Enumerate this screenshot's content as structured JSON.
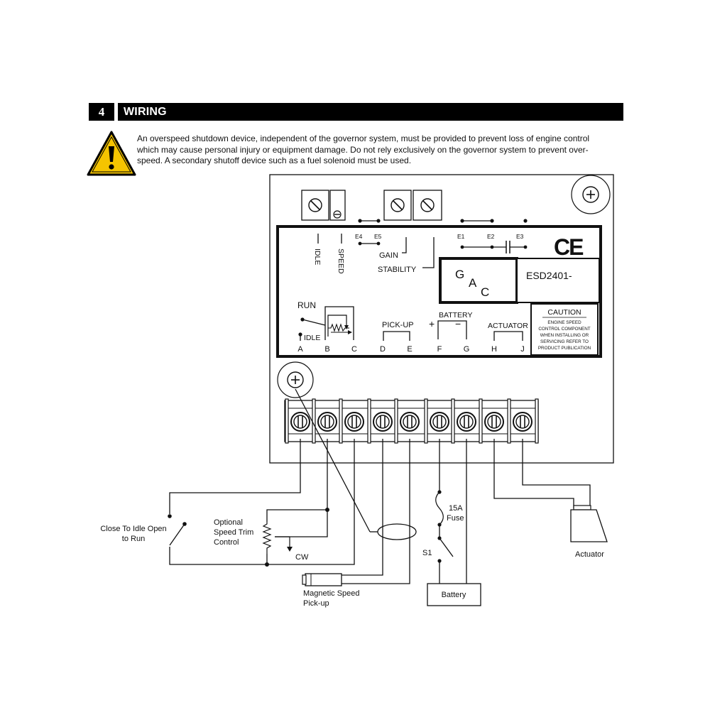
{
  "section": {
    "number": "4",
    "title": "WIRING"
  },
  "warning": {
    "icon": "warning-triangle-icon",
    "color": "#f5c400",
    "lines": [
      "An overspeed shutdown device, independent of the governor system, must be provided to prevent loss of engine control",
      "which may cause personal injury or equipment damage. Do not rely exclusively on the governor system to prevent over-",
      "speed. A secondary shutoff device such as a fuel solenoid must be used."
    ]
  },
  "panel": {
    "pots": {
      "idle": "IDLE",
      "speed": "SPEED",
      "gain": "GAIN",
      "stability": "STABILITY"
    },
    "jumpers": {
      "e4": "E4",
      "e5": "E5",
      "e1": "E1",
      "e2": "E2",
      "e3": "E3"
    },
    "ce_mark": "CE",
    "logo": {
      "g": "G",
      "a": "A",
      "c": "C"
    },
    "model": "ESD2401-",
    "labels": {
      "run": "RUN",
      "idle": "IDLE",
      "pickup": "PICK-UP",
      "battery": "BATTERY",
      "actuator": "ACTUATOR",
      "plus": "+",
      "minus": "−"
    },
    "terminals": [
      "A",
      "B",
      "C",
      "D",
      "E",
      "F",
      "G",
      "H",
      "J"
    ],
    "caution": {
      "title": "CAUTION",
      "lines": [
        "ENGINE SPEED",
        "CONTROL COMPONENT",
        "WHEN INSTALLING OR",
        "SERVICING REFER TO",
        "PRODUCT PUBLICATION"
      ]
    }
  },
  "external": {
    "idle_switch": [
      "Close To Idle Open",
      "to Run"
    ],
    "trim": [
      "Optional",
      "Speed Trim",
      "Control"
    ],
    "cw": "CW",
    "fuse": [
      "15A",
      "Fuse"
    ],
    "s1": "S1",
    "battery": "Battery",
    "actuator": "Actuator",
    "pickup": [
      "Magnetic Speed",
      "Pick-up"
    ]
  }
}
